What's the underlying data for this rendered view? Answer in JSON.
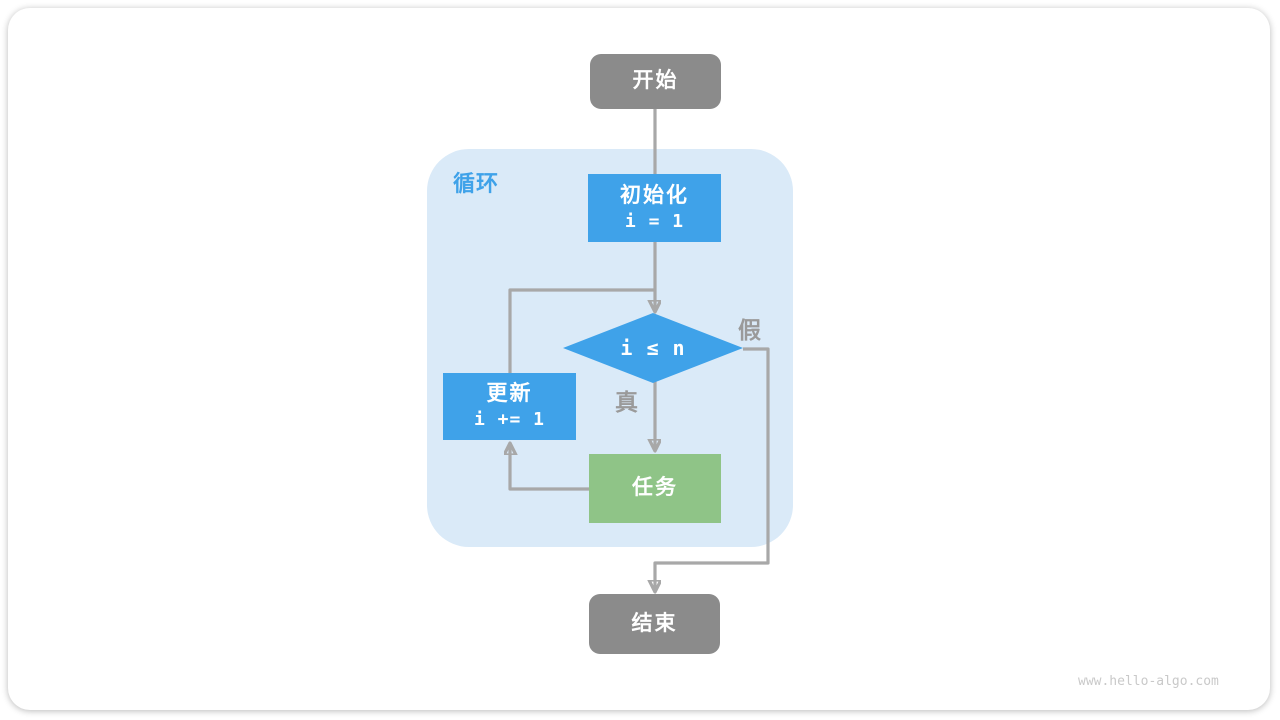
{
  "page": {
    "watermark": "www.hello-algo.com"
  },
  "colors": {
    "node_gray": "#8b8b8b",
    "node_blue": "#3fa2e9",
    "node_green": "#8fc487",
    "loop_bg": "#daeaf8",
    "line_gray": "#a8a8a8",
    "label_gray": "#9a9a9a",
    "watermark_gray": "#c9c9c9"
  },
  "flowchart": {
    "start": {
      "label": "开始"
    },
    "loop_region": {
      "label": "循环"
    },
    "init": {
      "title": "初始化",
      "code": "i = 1"
    },
    "condition": {
      "label": "i ≤ n"
    },
    "branch_true": {
      "label": "真"
    },
    "branch_false": {
      "label": "假"
    },
    "update": {
      "title": "更新",
      "code": "i += 1"
    },
    "task": {
      "label": "任务"
    },
    "end": {
      "label": "结束"
    }
  }
}
